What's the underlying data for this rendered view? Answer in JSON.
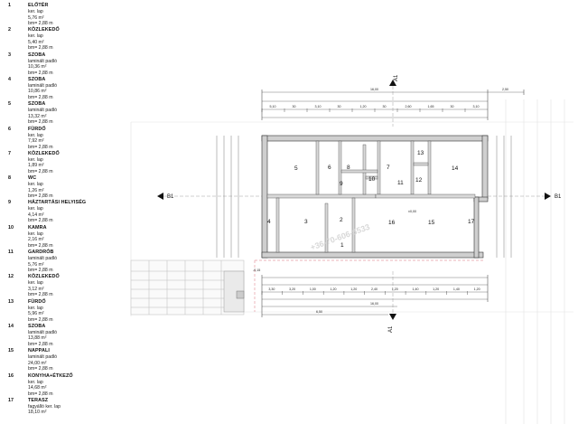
{
  "rooms": [
    {
      "num": "1",
      "name": "ELŐTÉR",
      "floor": "ker. lap",
      "area": "5,76 m²",
      "height": "bm= 2,88 m"
    },
    {
      "num": "2",
      "name": "KÖZLEKEDŐ",
      "floor": "ker. lap",
      "area": "5,40 m²",
      "height": "bm= 2,88 m"
    },
    {
      "num": "3",
      "name": "SZOBA",
      "floor": "laminált padló",
      "area": "10,36 m²",
      "height": "bm= 2,88 m"
    },
    {
      "num": "4",
      "name": "SZOBA",
      "floor": "laminált padló",
      "area": "10,86 m²",
      "height": "bm= 2,88 m"
    },
    {
      "num": "5",
      "name": "SZOBA",
      "floor": "laminált padló",
      "area": "13,32 m²",
      "height": "bm= 2,88 m"
    },
    {
      "num": "6",
      "name": "FÜRDŐ",
      "floor": "ker. lap",
      "area": "7,92 m²",
      "height": "bm= 2,88 m"
    },
    {
      "num": "7",
      "name": "KÖZLEKEDŐ",
      "floor": "ker. lap",
      "area": "1,89 m²",
      "height": "bm= 2,88 m"
    },
    {
      "num": "8",
      "name": "WC",
      "floor": "ker. lap",
      "area": "1,26 m²",
      "height": "bm= 2,88 m"
    },
    {
      "num": "9",
      "name": "HÁZTARTÁSI HELYISÉG",
      "floor": "ker. lap",
      "area": "4,14 m²",
      "height": "bm= 2,88 m"
    },
    {
      "num": "10",
      "name": "KAMRA",
      "floor": "ker. lap",
      "area": "2,16 m²",
      "height": "bm= 2,88 m"
    },
    {
      "num": "11",
      "name": "GARDRÓB",
      "floor": "laminált padló",
      "area": "5,76 m²",
      "height": "bm= 2,88 m"
    },
    {
      "num": "12",
      "name": "KÖZLEKEDŐ",
      "floor": "ker. lap",
      "area": "3,12 m²",
      "height": "bm= 2,88 m"
    },
    {
      "num": "13",
      "name": "FÜRDŐ",
      "floor": "ker. lap",
      "area": "5,96 m²",
      "height": "bm= 2,88 m"
    },
    {
      "num": "14",
      "name": "SZOBA",
      "floor": "laminált padló",
      "area": "13,88 m²",
      "height": "bm= 2,88 m"
    },
    {
      "num": "15",
      "name": "NAPPALI",
      "floor": "laminált padló",
      "area": "24,00 m²",
      "height": "bm= 2,88 m"
    },
    {
      "num": "16",
      "name": "KONYHA+ÉTKEZŐ",
      "floor": "ker. lap",
      "area": "14,68 m²",
      "height": "bm= 2,88 m"
    },
    {
      "num": "17",
      "name": "TERASZ",
      "floor": "fagyálló ker. lap",
      "area": "18,10 m²",
      "height": ""
    }
  ],
  "plan": {
    "section_marks": {
      "a_top": "A1",
      "a_bottom": "A1",
      "b_left": "B1",
      "b_right": "B1"
    },
    "dims_top": {
      "overall": "16,00",
      "right_ext": "2,50"
    },
    "dims_bottom": {
      "overall": "16,00",
      "left_ext": "6,50"
    },
    "dims_top_chain": [
      "5,10",
      "30",
      "3,10",
      "30",
      "1,20",
      "30",
      "2,60",
      "1,65",
      "30",
      "3,10"
    ],
    "dims_bottom_chain": [
      "3,30",
      "3,20",
      "1,00",
      "1,20",
      "1,20",
      "2,40",
      "1,20",
      "1,40",
      "1,20",
      "1,40",
      "1,20"
    ],
    "level_labels": [
      "±0,00",
      "-0,15"
    ],
    "watermark": "+36-70-606-6533"
  }
}
